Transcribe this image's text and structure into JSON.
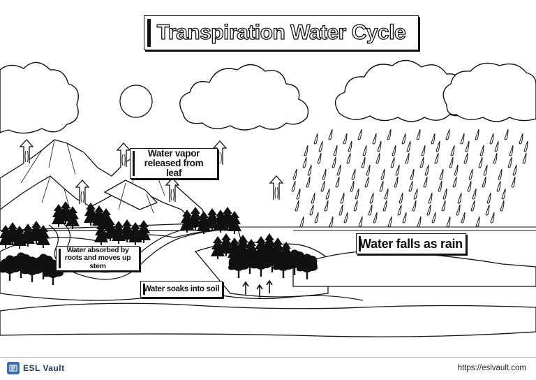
{
  "title": "Transpiration Water Cycle",
  "labels": {
    "vapor": "Water vapor released from leaf",
    "rain": "Water falls as rain",
    "roots": "Water absorbed by roots and moves up stem",
    "soil": "Water soaks into soil"
  },
  "footer": {
    "brand": "ESL Vault",
    "url": "https://eslvault.com"
  },
  "colors": {
    "ink": "#111111",
    "paper": "#ffffff",
    "brand": "#3a6ea5"
  },
  "icons": [
    "sun-icon",
    "cloud-icon",
    "raindrop-icon",
    "vapor-arrow-icon",
    "tree-icon",
    "logo-icon"
  ]
}
